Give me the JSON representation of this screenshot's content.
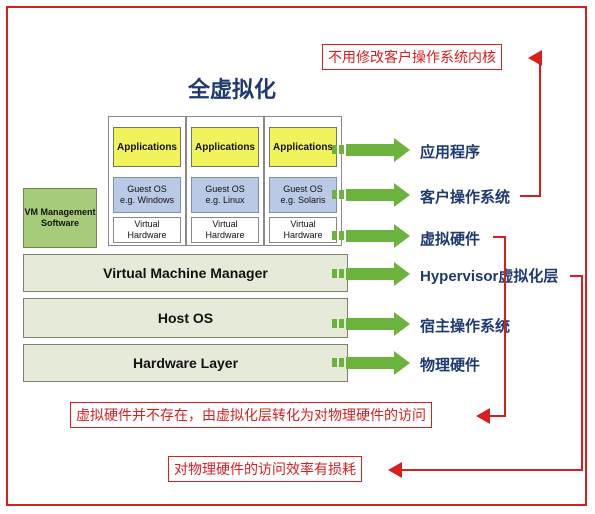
{
  "title": "全虚拟化",
  "columns": [
    {
      "app": "Applications",
      "os_line1": "Guest OS",
      "os_line2": "e.g. Windows",
      "hw_line1": "Virtual",
      "hw_line2": "Hardware"
    },
    {
      "app": "Applications",
      "os_line1": "Guest OS",
      "os_line2": "e.g. Linux",
      "hw_line1": "Virtual",
      "hw_line2": "Hardware"
    },
    {
      "app": "Applications",
      "os_line1": "Guest OS",
      "os_line2": "e.g. Solaris",
      "hw_line1": "Virtual",
      "hw_line2": "Hardware"
    }
  ],
  "vm_management": {
    "line1": "VM Management",
    "line2": "Software"
  },
  "layers": {
    "vmm": "Virtual Machine Manager",
    "host_os": "Host OS",
    "hardware": "Hardware Layer"
  },
  "labels": {
    "applications": "应用程序",
    "guest_os": "客户操作系统",
    "virtual_hardware": "虚拟硬件",
    "hypervisor": "Hypervisor虚拟化层",
    "host_os": "宿主操作系统",
    "physical_hardware": "物理硬件"
  },
  "notes": {
    "kernel": "不用修改客户操作系统内核",
    "virtual_hw": "虚拟硬件并不存在，由虚拟化层转化为对物理硬件的访问",
    "efficiency": "对物理硬件的访问效率有损耗"
  },
  "colors": {
    "red": "#d62020",
    "arrow_green": "#6cb33e",
    "title_blue": "#1f3a6e",
    "app_yellow": "#f2f25c",
    "os_blue": "#b9c9e6",
    "vm_green": "#a6cc7a",
    "layer_beige": "#e6ead8"
  }
}
